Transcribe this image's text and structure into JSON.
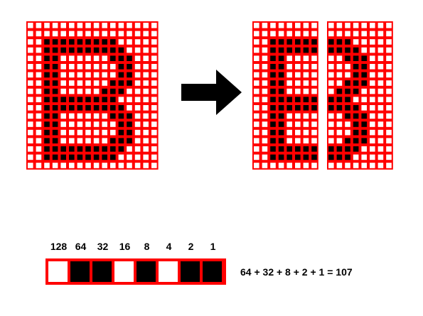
{
  "colors": {
    "grid_red": "#ff0000",
    "on": "#000000",
    "off": "#ffffff"
  },
  "source_glyph": {
    "description_rows": [
      "0000000000000000",
      "0000000000000000",
      "0011111111100000",
      "0011111111110000",
      "0011000000111000",
      "0011000000011000",
      "0011000000011000",
      "0011000000111000",
      "0011000001110000",
      "0011111111100000",
      "0011111111110000",
      "0011000000111000",
      "0011000000011000",
      "0011000000011000",
      "0011000000111000",
      "0011111111110000",
      "0011111111100000",
      "0000000000000000"
    ]
  },
  "left_half": {
    "rows": [
      "00000000",
      "00000000",
      "00111111",
      "00111111",
      "00110000",
      "00110000",
      "00110000",
      "00110000",
      "00110000",
      "00111111",
      "00111111",
      "00110000",
      "00110000",
      "00110000",
      "00110000",
      "00111111",
      "00111111",
      "00000000"
    ]
  },
  "right_half": {
    "rows": [
      "00000000",
      "00000000",
      "11100000",
      "11110000",
      "00111000",
      "00011000",
      "00011000",
      "00111000",
      "01110000",
      "11100000",
      "11110000",
      "00111000",
      "00011000",
      "00011000",
      "00111000",
      "11110000",
      "11100000",
      "00000000"
    ]
  },
  "arrow_icon": "right-arrow-icon",
  "bit_weights": [
    "128",
    "64",
    "32",
    "16",
    "8",
    "4",
    "2",
    "1"
  ],
  "byte_bits": [
    0,
    1,
    1,
    0,
    1,
    0,
    1,
    1
  ],
  "equation": "64 + 32 + 8 + 2 + 1 = 107"
}
